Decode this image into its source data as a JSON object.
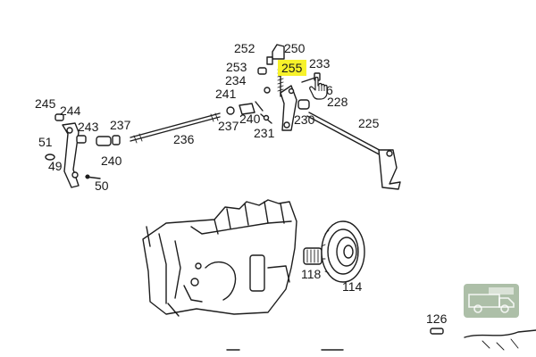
{
  "diagram": {
    "highlighted_part": "255",
    "parts": [
      {
        "id": "p252",
        "label": "252"
      },
      {
        "id": "p250",
        "label": "250"
      },
      {
        "id": "p253",
        "label": "253"
      },
      {
        "id": "p255",
        "label": "255"
      },
      {
        "id": "p233",
        "label": "233"
      },
      {
        "id": "p234",
        "label": "234"
      },
      {
        "id": "p6",
        "label": "6"
      },
      {
        "id": "p241",
        "label": "241"
      },
      {
        "id": "p228",
        "label": "228"
      },
      {
        "id": "p245",
        "label": "245"
      },
      {
        "id": "p244",
        "label": "244"
      },
      {
        "id": "p243",
        "label": "243"
      },
      {
        "id": "p237a",
        "label": "237"
      },
      {
        "id": "p237b",
        "label": "237"
      },
      {
        "id": "p240a",
        "label": "240"
      },
      {
        "id": "p230",
        "label": "230"
      },
      {
        "id": "p225",
        "label": "225"
      },
      {
        "id": "p231",
        "label": "231"
      },
      {
        "id": "p236",
        "label": "236"
      },
      {
        "id": "p51",
        "label": "51"
      },
      {
        "id": "p240b",
        "label": "240"
      },
      {
        "id": "p49",
        "label": "49"
      },
      {
        "id": "p50",
        "label": "50"
      },
      {
        "id": "p118",
        "label": "118"
      },
      {
        "id": "p114",
        "label": "114"
      },
      {
        "id": "p126",
        "label": "126"
      }
    ]
  },
  "highlight_color": "#f7f22a",
  "cursor_icon": "hand-pointer-icon",
  "watermark_icon": "van-logo-icon"
}
